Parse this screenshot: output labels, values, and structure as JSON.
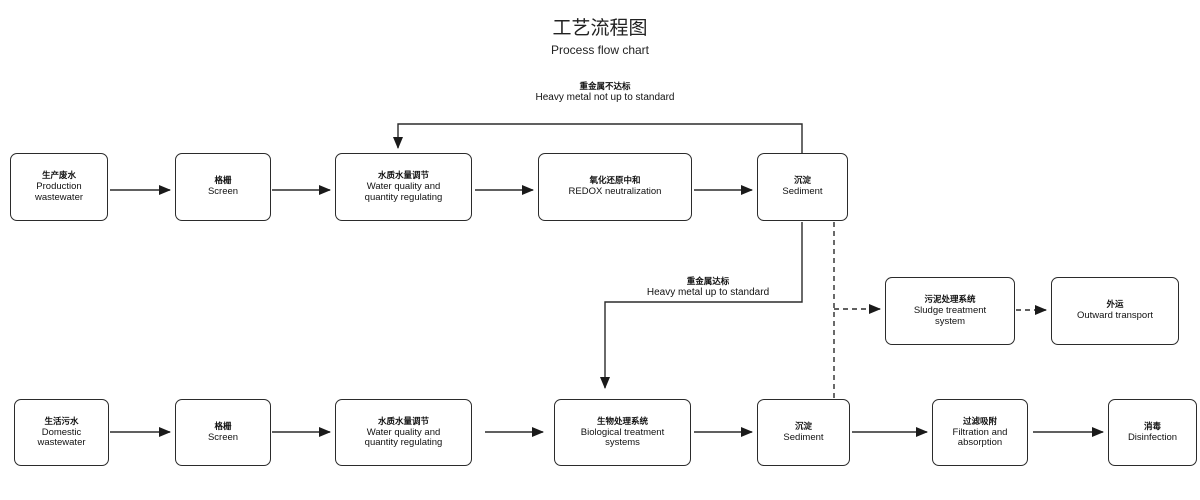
{
  "title": {
    "cn": "工艺流程图",
    "en": "Process flow chart"
  },
  "labels": {
    "not_standard": {
      "cn": "重金属不达标",
      "en": "Heavy metal not up to standard"
    },
    "up_standard": {
      "cn": "重金属达标",
      "en": "Heavy metal up to standard"
    }
  },
  "nodes": {
    "prod_wastewater": {
      "cn": "生产废水",
      "en": "Production\nwastewater"
    },
    "screen1": {
      "cn": "格栅",
      "en": "Screen"
    },
    "regulating1": {
      "cn": "水质水量调节",
      "en": "Water quality and\nquantity regulating"
    },
    "redox": {
      "cn": "氧化还原中和",
      "en": "REDOX neutralization"
    },
    "sediment1": {
      "cn": "沉淀",
      "en": "Sediment"
    },
    "sludge": {
      "cn": "污泥处理系统",
      "en": "Sludge treatment\nsystem"
    },
    "transport": {
      "cn": "外运",
      "en": "Outward transport"
    },
    "domestic": {
      "cn": "生活污水",
      "en": "Domestic\nwastewater"
    },
    "screen2": {
      "cn": "格栅",
      "en": "Screen"
    },
    "regulating2": {
      "cn": "水质水量调节",
      "en": "Water quality and\nquantity regulating"
    },
    "bio": {
      "cn": "生物处理系统",
      "en": "Biological treatment\nsystems"
    },
    "sediment2": {
      "cn": "沉淀",
      "en": "Sediment"
    },
    "filtration": {
      "cn": "过滤吸附",
      "en": "Filtration and\nabsorption"
    },
    "disinfection": {
      "cn": "消毒",
      "en": "Disinfection"
    }
  }
}
